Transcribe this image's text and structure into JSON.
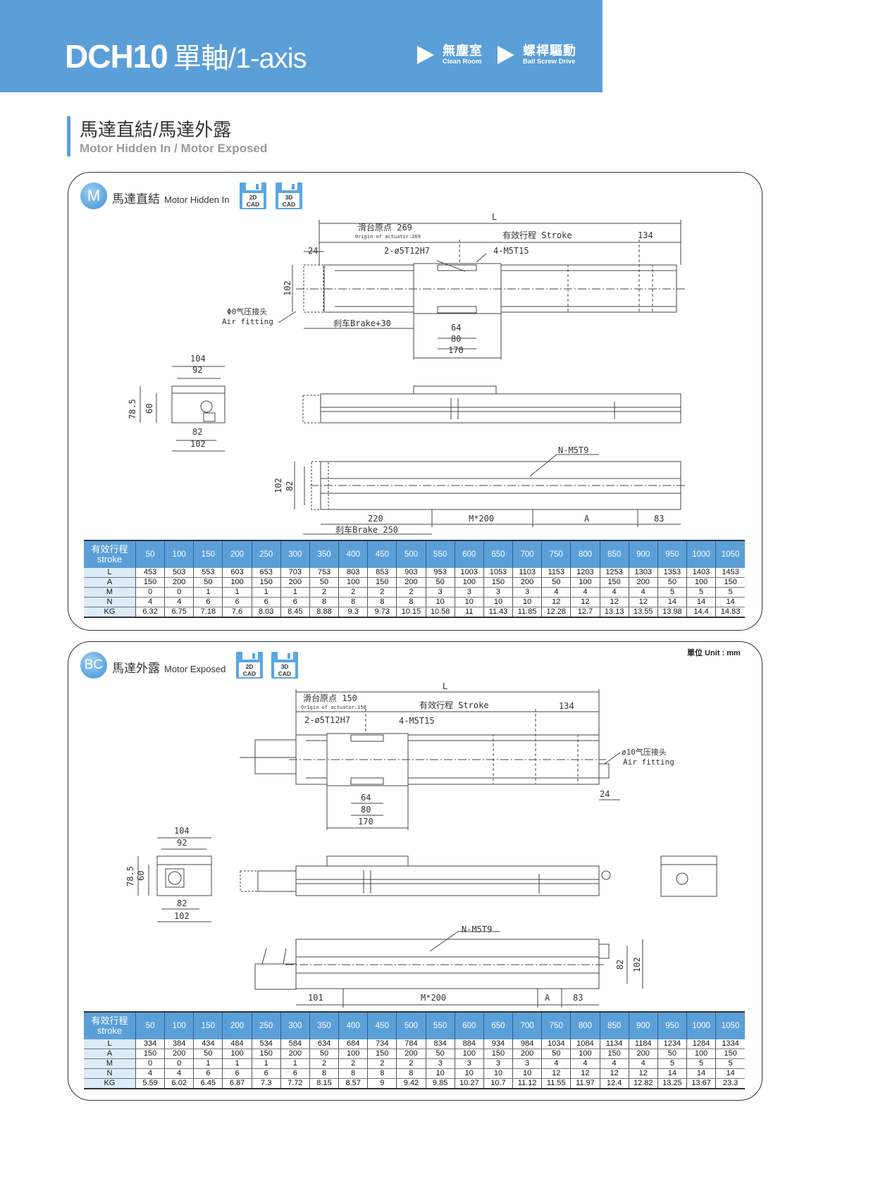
{
  "header": {
    "model": "DCH10",
    "subtitle": "單軸/1-axis",
    "tags": [
      {
        "zh": "無塵室",
        "en": "Clean Room"
      },
      {
        "zh": "螺桿驅動",
        "en": "Ball Screw Drive"
      }
    ],
    "color": "#5b9fd9"
  },
  "section": {
    "title_zh": "馬達直結/馬達外露",
    "title_en": "Motor Hidden In / Motor Exposed"
  },
  "unit_label": "單位 Unit : mm",
  "panels": [
    {
      "badge": "M",
      "title_zh": "馬達直結",
      "title_en": "Motor Hidden In",
      "cad": [
        {
          "top": "2D",
          "bottom": "CAD"
        },
        {
          "top": "3D",
          "bottom": "CAD"
        }
      ],
      "drawing": {
        "L": "L",
        "origin": "滑台原点 269",
        "origin_en": "Origin of actuator:269",
        "stroke": "有效行程 Stroke",
        "d134": "134",
        "pin": "2-ø5T12H7",
        "tap": "4-M5T15",
        "d24": "24",
        "d102": "102",
        "air_zh": "Φ0气压接头",
        "air_en": "Air fitting",
        "brake30": "刹车Brake+30",
        "d64": "64",
        "d80": "80",
        "d170": "170",
        "e104": "104",
        "e92": "92",
        "e785": "78.5",
        "e60": "60",
        "e82": "82",
        "e102": "102",
        "nm5": "N-M5T9",
        "b220": "220",
        "bM": "M*200",
        "bA": "A",
        "b83": "83",
        "brake250": "刹车Brake 250",
        "b102": "102",
        "b82": "82"
      },
      "table": {
        "header": {
          "zh": "有效行程",
          "en": "stroke"
        },
        "strokes": [
          50,
          100,
          150,
          200,
          250,
          300,
          350,
          400,
          450,
          500,
          550,
          600,
          650,
          700,
          750,
          800,
          850,
          900,
          950,
          1000,
          1050
        ],
        "rows": [
          {
            "label": "L",
            "values": [
              453,
              503,
              553,
              603,
              653,
              703,
              753,
              803,
              853,
              903,
              953,
              1003,
              1053,
              1103,
              1153,
              1203,
              1253,
              1303,
              1353,
              1403,
              1453
            ]
          },
          {
            "label": "A",
            "values": [
              150,
              200,
              50,
              100,
              150,
              200,
              50,
              100,
              150,
              200,
              50,
              100,
              150,
              200,
              50,
              100,
              150,
              200,
              50,
              100,
              150
            ]
          },
          {
            "label": "M",
            "values": [
              0,
              0,
              1,
              1,
              1,
              1,
              2,
              2,
              2,
              2,
              3,
              3,
              3,
              3,
              4,
              4,
              4,
              4,
              5,
              5,
              5
            ]
          },
          {
            "label": "N",
            "values": [
              4,
              4,
              6,
              6,
              6,
              6,
              8,
              8,
              8,
              8,
              10,
              10,
              10,
              10,
              12,
              12,
              12,
              12,
              14,
              14,
              14
            ]
          },
          {
            "label": "KG",
            "values": [
              "6.32",
              "6.75",
              "7.18",
              "7.6",
              "8.03",
              "8.45",
              "8.88",
              "9.3",
              "9.73",
              "10.15",
              "10.58",
              "11",
              "11.43",
              "11.85",
              "12.28",
              "12.7",
              "13.13",
              "13.55",
              "13.98",
              "14.4",
              "14.83"
            ]
          }
        ]
      }
    },
    {
      "badge": "BC",
      "title_zh": "馬達外露",
      "title_en": "Motor Exposed",
      "cad": [
        {
          "top": "2D",
          "bottom": "CAD"
        },
        {
          "top": "3D",
          "bottom": "CAD"
        }
      ],
      "drawing": {
        "L": "L",
        "origin": "滑台原点 150",
        "origin_en": "Origin of actuator:150",
        "stroke": "有效行程 Stroke",
        "d134": "134",
        "pin": "2-ø5T12H7",
        "tap": "4-M5T15",
        "air_zh": "ø10气压接头",
        "air_en": "Air fitting",
        "d24": "24",
        "d64": "64",
        "d80": "80",
        "d170": "170",
        "e104": "104",
        "e92": "92",
        "e785": "78.5",
        "e60": "60",
        "e82": "82",
        "e102": "102",
        "nm5": "N-M5T9",
        "b101": "101",
        "bM": "M*200",
        "bA": "A",
        "b83": "83",
        "b82": "82",
        "b102": "102"
      },
      "table": {
        "header": {
          "zh": "有效行程",
          "en": "stroke"
        },
        "strokes": [
          50,
          100,
          150,
          200,
          250,
          300,
          350,
          400,
          450,
          500,
          550,
          600,
          650,
          700,
          750,
          800,
          850,
          900,
          950,
          1000,
          1050
        ],
        "rows": [
          {
            "label": "L",
            "values": [
              334,
              384,
              434,
              484,
              534,
              584,
              634,
              684,
              734,
              784,
              834,
              884,
              934,
              984,
              1034,
              1084,
              1134,
              1184,
              1234,
              1284,
              1334
            ]
          },
          {
            "label": "A",
            "values": [
              150,
              200,
              50,
              100,
              150,
              200,
              50,
              100,
              150,
              200,
              50,
              100,
              150,
              200,
              50,
              100,
              150,
              200,
              50,
              100,
              150
            ]
          },
          {
            "label": "M",
            "values": [
              0,
              0,
              1,
              1,
              1,
              1,
              2,
              2,
              2,
              2,
              3,
              3,
              3,
              3,
              4,
              4,
              4,
              4,
              5,
              5,
              5
            ]
          },
          {
            "label": "N",
            "values": [
              4,
              4,
              6,
              6,
              6,
              6,
              8,
              8,
              8,
              8,
              10,
              10,
              10,
              10,
              12,
              12,
              12,
              12,
              14,
              14,
              14
            ]
          },
          {
            "label": "KG",
            "values": [
              "5.59",
              "6.02",
              "6.45",
              "6.87",
              "7.3",
              "7.72",
              "8.15",
              "8.57",
              "9",
              "9.42",
              "9.85",
              "10.27",
              "10.7",
              "11.12",
              "11.55",
              "11.97",
              "12.4",
              "12.82",
              "13.25",
              "13.67",
              "23.3"
            ]
          }
        ]
      }
    }
  ]
}
